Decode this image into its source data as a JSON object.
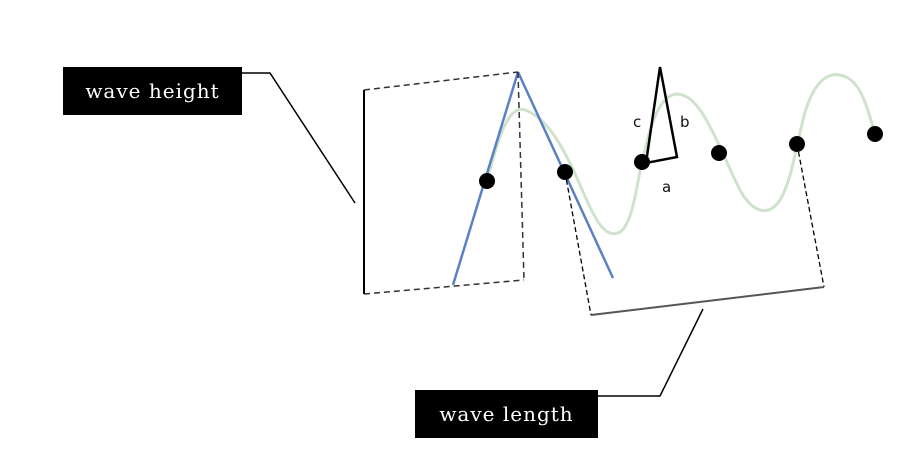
{
  "labels": {
    "wave_height": "wave height",
    "wave_length": "wave length"
  },
  "triangle": {
    "side_a": "a",
    "side_b": "b",
    "side_c": "c"
  },
  "colors": {
    "wave": "#cfe3cc",
    "tangent_lines": "#5b80c4",
    "ink": "#000000",
    "dashed": "#333333",
    "bracket": "#555555"
  }
}
